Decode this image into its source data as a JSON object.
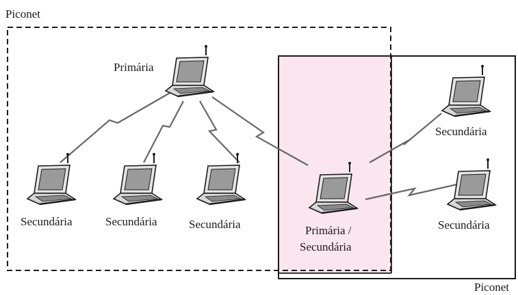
{
  "piconet_top_label": "Piconet",
  "piconet_bottom_label": "Piconet",
  "devices": {
    "primary_left": "Primária",
    "secondary_1": "Secundária",
    "secondary_2": "Secundária",
    "secondary_3": "Secundária",
    "bridge_line1": "Primária /",
    "bridge_line2": "Secundária",
    "secondary_right_top": "Secundária",
    "secondary_right_bottom": "Secundária"
  },
  "colors": {
    "bridge_fill": "#fbe5ee",
    "line": "#1a1a1a",
    "link": "#666666"
  }
}
